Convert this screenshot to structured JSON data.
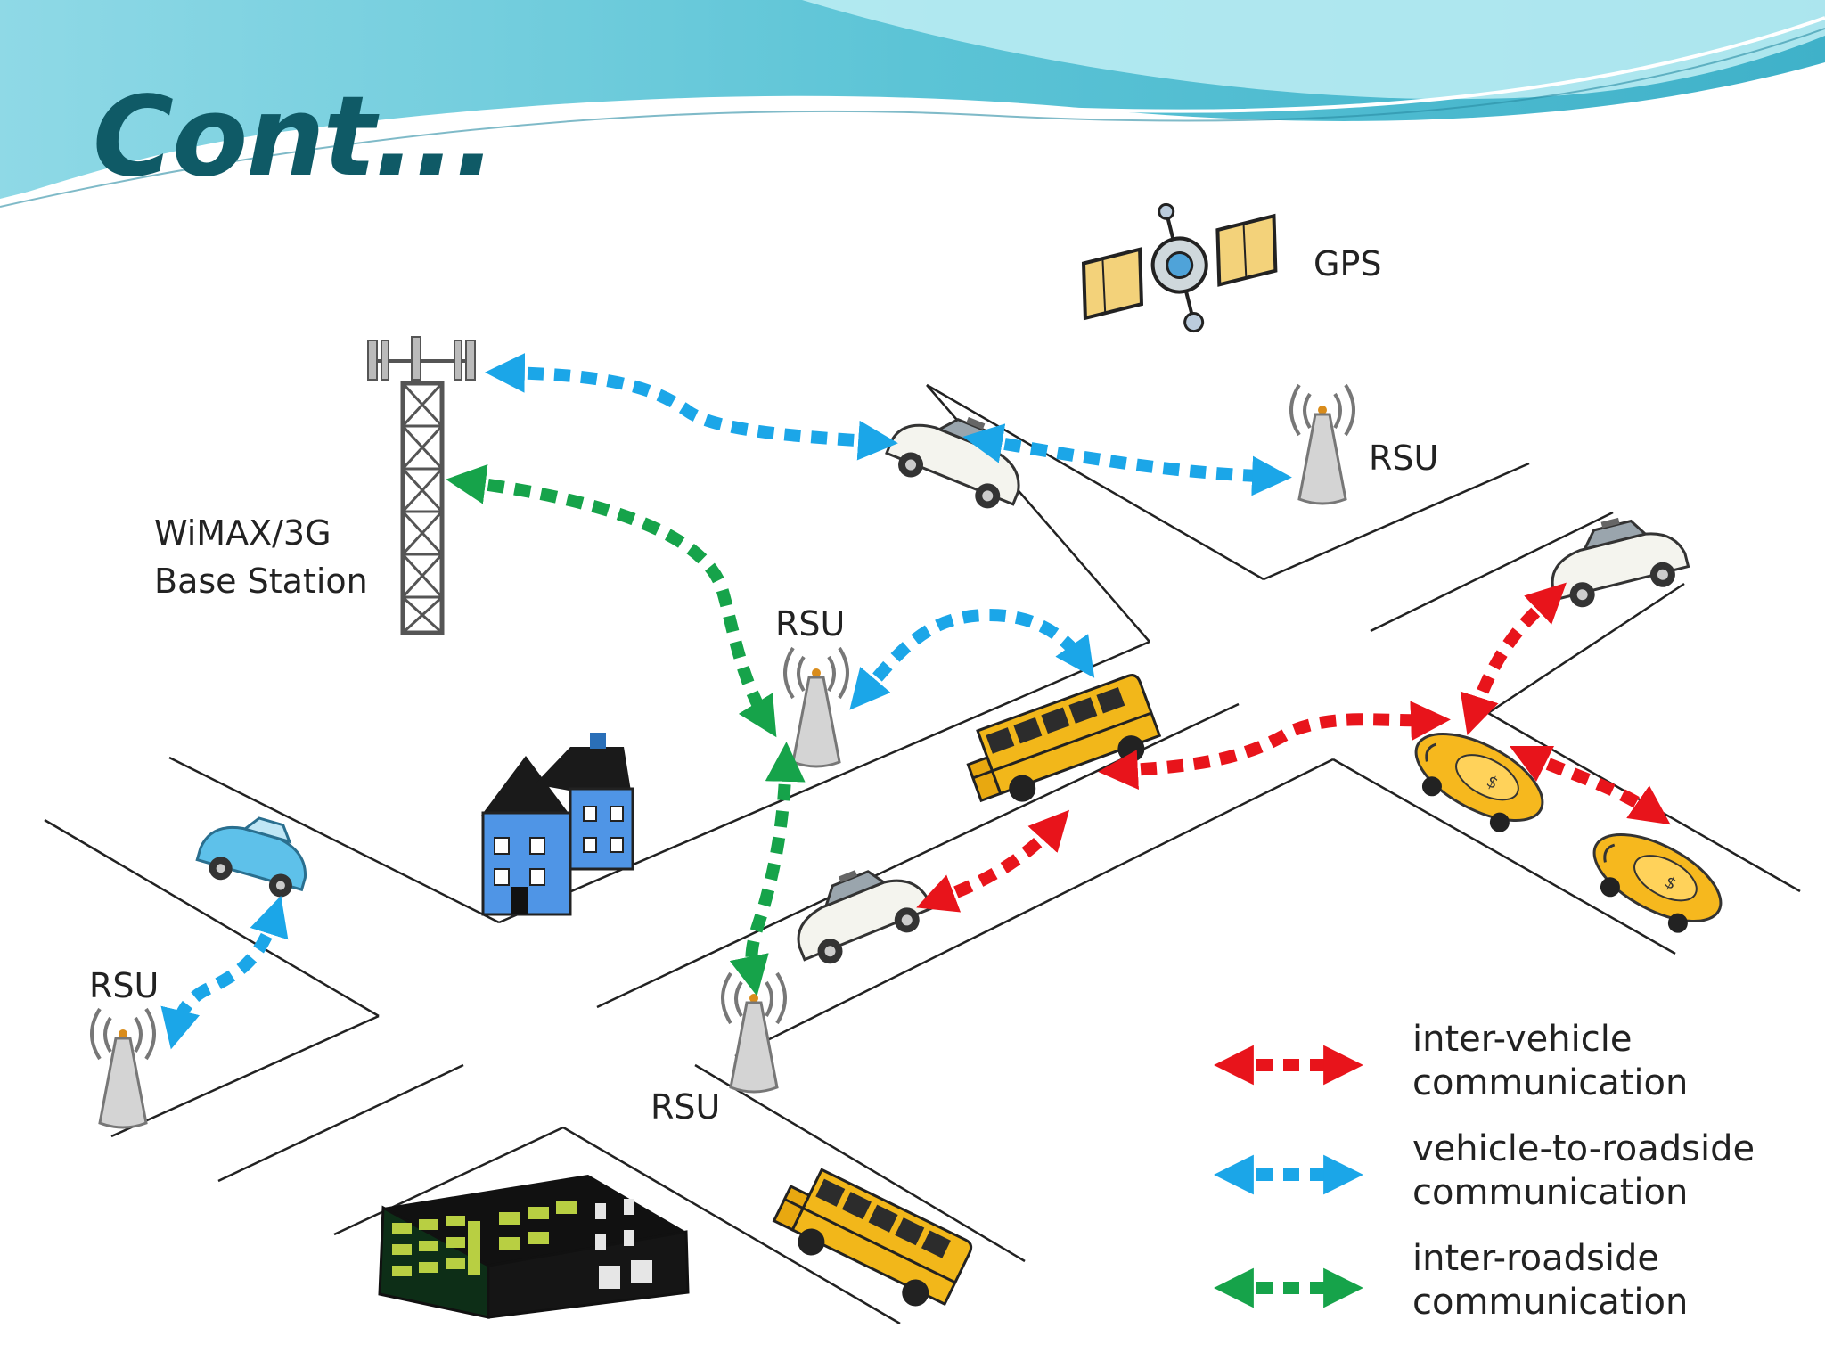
{
  "slide": {
    "title": "Cont..."
  },
  "labels": {
    "gps": "GPS",
    "base_station_line1": "WiMAX/3G",
    "base_station_line2": "Base Station",
    "rsu_top_right": "RSU",
    "rsu_center": "RSU",
    "rsu_left": "RSU",
    "rsu_bottom": "RSU"
  },
  "legend": {
    "items": [
      {
        "line1": "inter-vehicle",
        "line2": "communication",
        "color": "#e8141b"
      },
      {
        "line1": "vehicle-to-roadside",
        "line2": "communication",
        "color": "#1ba6e8"
      },
      {
        "line1": "inter-roadside",
        "line2": "communication",
        "color": "#16a34a"
      }
    ]
  },
  "colors": {
    "inter_vehicle": "#e8141b",
    "vehicle_to_roadside": "#1ba6e8",
    "inter_roadside": "#16a34a",
    "title": "#0f5a66",
    "header_wave": "#5ec8d8"
  },
  "icons": [
    "satellite-icon",
    "cell-tower-icon",
    "rsu-antenna-icon",
    "police-car-icon",
    "school-bus-icon",
    "taxi-icon",
    "compact-car-icon",
    "house-icon",
    "office-building-icon"
  ]
}
